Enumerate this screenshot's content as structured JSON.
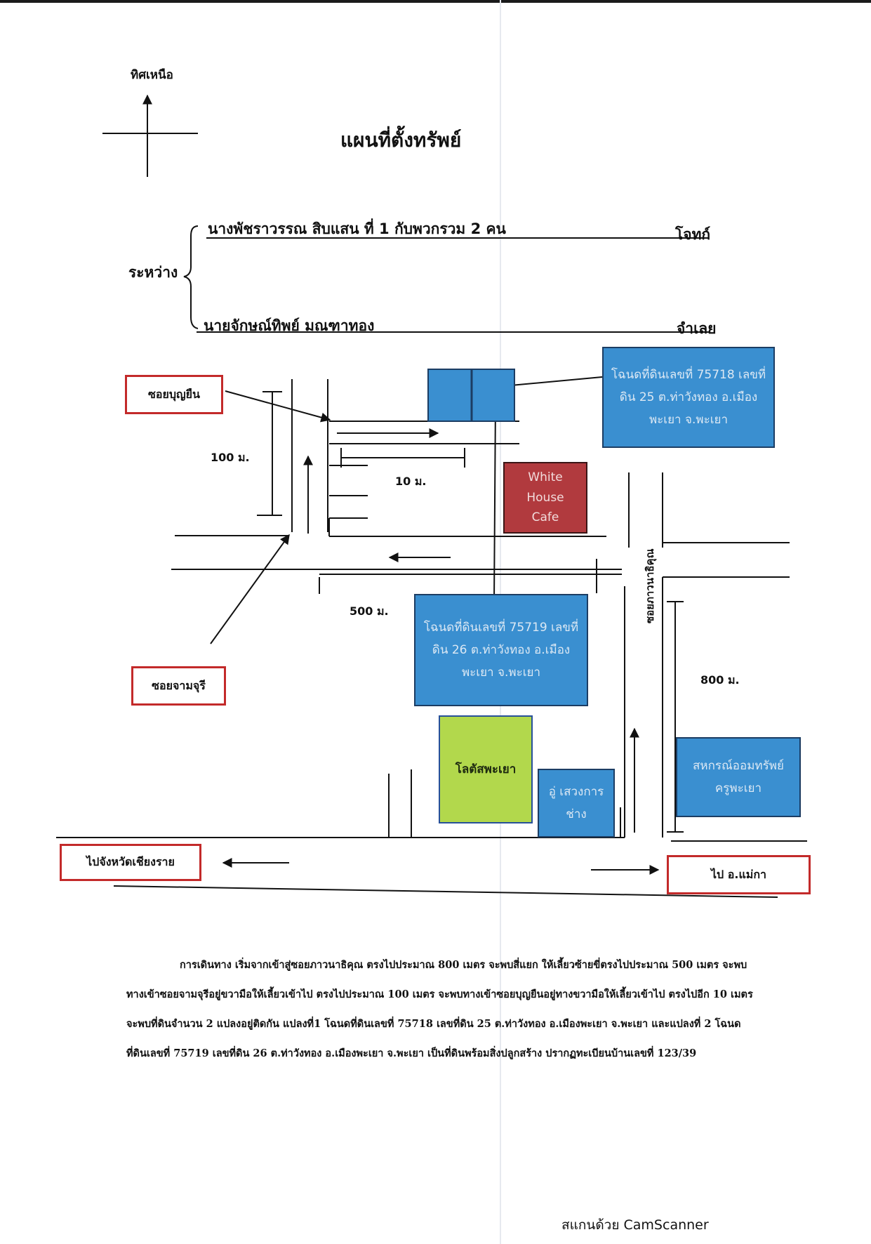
{
  "header": {
    "north_label": "ทิศเหนือ",
    "title": "แผนที่ตั้งทรัพย์"
  },
  "parties": {
    "between_label": "ระหว่าง",
    "plaintiff_name": "นางพัชราวรรณ สิบแสน ที่ 1 กับพวกรวม 2 คน",
    "plaintiff_role": "โจทก์",
    "defendant_name": "นายจักษณ์ทิพย์ มณฑาทอง",
    "defendant_role": "จำเลย"
  },
  "map": {
    "lot_75718": [
      "โฉนดที่ดินเลขที่ 75718 เลขที่",
      "ดิน 25 ต.ท่าวังทอง อ.เมือง",
      "พะเยา จ.พะเยา"
    ],
    "lot_75719": [
      "โฉนดที่ดินเลขที่ 75719 เลขที่",
      "ดิน 26 ต.ท่าวังทอง อ.เมือง",
      "พะเยา จ.พะเยา"
    ],
    "cafe": [
      "White",
      "House",
      "Cafe"
    ],
    "lotus": "โลตัสพะเยา",
    "shop": [
      "อู่ เสวงการ",
      "ช่าง"
    ],
    "coop": [
      "สหกรณ์ออมทรัพย์",
      "ครูพะเยา"
    ],
    "soi_boonyuen": "ซอยบุญยืน",
    "soi_jamjuri": "ซอยจามจุรี",
    "soi_phawana": "ซอยภาวนาธิคุณ",
    "to_chiangrai": "ไปจังหวัดเชียงราย",
    "to_maeka": "ไป อ.แม่กา",
    "dist_100": "100 ม.",
    "dist_10": "10 ม.",
    "dist_500": "500 ม.",
    "dist_800": "800 ม."
  },
  "description": "การเดินทาง เริ่มจากเข้าสู่ซอยภาวนาธิคุณ ตรงไปประมาณ 800 เมตร จะพบสี่แยก ให้เลี้ยวซ้ายขี่ตรงไปประมาณ 500 เมตร จะพบทางเข้าซอยจามจุรีอยู่ขวามือให้เลี้ยวเข้าไป ตรงไปประมาณ 100 เมตร จะพบทางเข้าซอยบุญยืนอยู่ทางขวามือให้เลี้ยวเข้าไป ตรงไปอีก 10 เมตร จะพบที่ดินจำนวน 2 แปลงอยู่ติดกัน แปลงที่1 โฉนดที่ดินเลขที่ 75718 เลขที่ดิน 25 ต.ท่าวังทอง อ.เมืองพะเยา จ.พะเยา และแปลงที่ 2 โฉนดที่ดินเลขที่ 75719 เลขที่ดิน 26 ต.ท่าวังทอง อ.เมืองพะเยา จ.พะเยา เป็นที่ดินพร้อมสิ่งปลูกสร้าง ปรากฏทะเบียนบ้านเลขที่ 123/39",
  "watermark": "สแกนด้วย CamScanner"
}
